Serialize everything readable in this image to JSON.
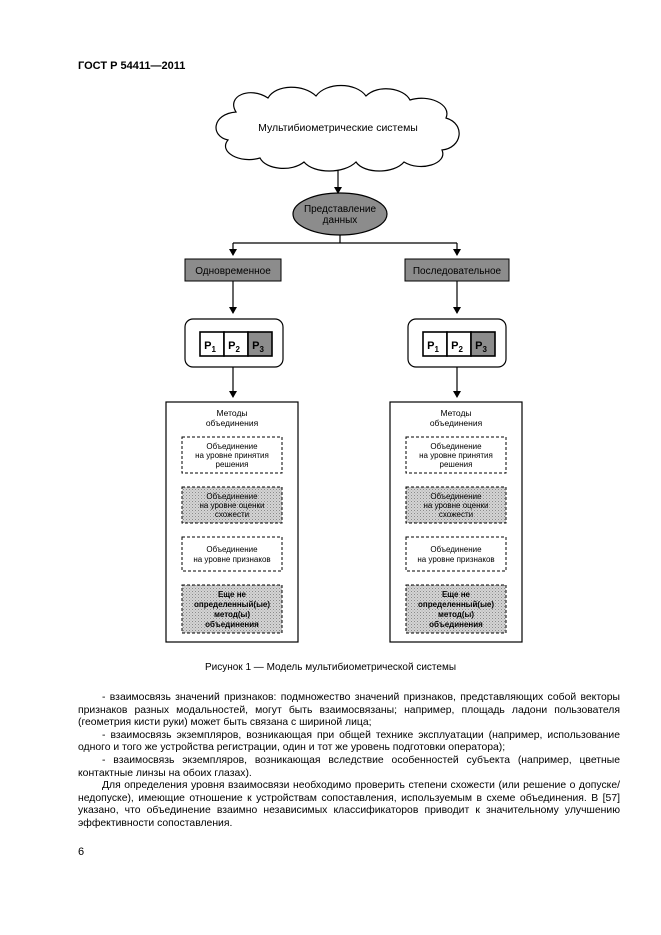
{
  "header": {
    "standard_code": "ГОСТ Р 54411—2011"
  },
  "diagram": {
    "cloud_label": "Мультибиометрические системы",
    "ellipse_label_line1": "Представление",
    "ellipse_label_line2": "данных",
    "branches": [
      {
        "mode_label": "Одновременное",
        "processors": [
          "P",
          "P",
          "P"
        ],
        "processor_subscripts": [
          "1",
          "2",
          "3"
        ],
        "methods_title_line1": "Методы",
        "methods_title_line2": "объединения",
        "methods": [
          {
            "lines": [
              "Объединение",
              "на уровне принятия",
              "решения"
            ]
          },
          {
            "lines": [
              "Объединение",
              "на уровне оценки",
              "схожести"
            ]
          },
          {
            "lines": [
              "Объединение",
              "на уровне признаков"
            ]
          },
          {
            "lines": [
              "Еще не",
              "определенный(ые)",
              "метод(ы)",
              "объединения"
            ]
          }
        ]
      },
      {
        "mode_label": "Последовательное",
        "processors": [
          "P",
          "P",
          "P"
        ],
        "processor_subscripts": [
          "1",
          "2",
          "3"
        ],
        "methods_title_line1": "Методы",
        "methods_title_line2": "объединения",
        "methods": [
          {
            "lines": [
              "Объединение",
              "на уровне принятия",
              "решения"
            ]
          },
          {
            "lines": [
              "Объединение",
              "на уровне оценки",
              "схожести"
            ]
          },
          {
            "lines": [
              "Объединение",
              "на уровне признаков"
            ]
          },
          {
            "lines": [
              "Еще не",
              "определенный(ые)",
              "метод(ы)",
              "объединения"
            ]
          }
        ]
      }
    ]
  },
  "caption": "Рисунок 1 — Модель мультибиометрической системы",
  "paragraphs": [
    "- взаимосвязь значений признаков: подмножество значений признаков, представляющих собой векторы признаков разных модальностей, могут быть взаимосвязаны; например, площадь ладони пользователя (геометрия кисти руки) может быть связана с шириной лица;",
    "- взаимосвязь экземпляров, возникающая при общей технике эксплуатации (например, использование одного и того же устройства регистрации, один и тот же уровень подготовки оператора);",
    "- взаимосвязь экземпляров, возникающая вследствие особенностей субъекта (например, цветные контактные линзы на обоих глазах).",
    "Для определения уровня взаимосвязи необходимо проверить степени схожести (или решение о допуске/недопуске), имеющие отношение к устройствам сопоставления, используемым в схеме объединения. В [57] указано, что объединение взаимно независимых классификаторов приводит к значительному улучшению эффективности сопоставления."
  ],
  "page_number": "6"
}
